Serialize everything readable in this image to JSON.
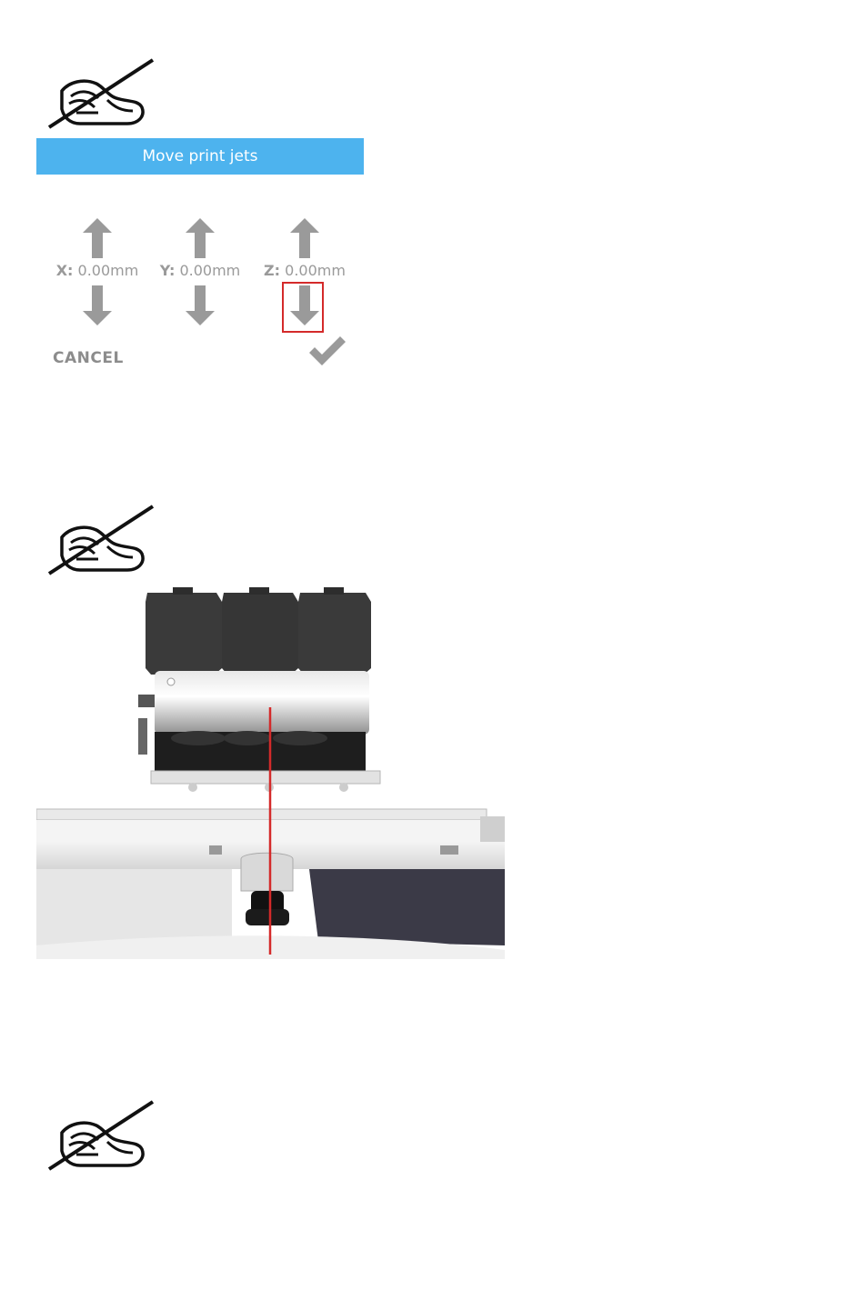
{
  "sections": [
    {
      "id": "move-jets-step"
    },
    {
      "id": "printer-image-step"
    },
    {
      "id": "empty-step"
    }
  ],
  "jets_panel": {
    "title": "Move print jets",
    "axes": [
      {
        "letter": "X:",
        "value": "0.00mm"
      },
      {
        "letter": "Y:",
        "value": "0.00mm"
      },
      {
        "letter": "Z:",
        "value": "0.00mm"
      }
    ],
    "cancel_label": "CANCEL",
    "accent_color": "#4db3ee",
    "highlight_color": "#d42a2a"
  },
  "icons": {
    "note": "hand-writing-note-icon",
    "up": "arrow-up-icon",
    "down": "arrow-down-icon",
    "confirm": "checkmark-icon"
  }
}
